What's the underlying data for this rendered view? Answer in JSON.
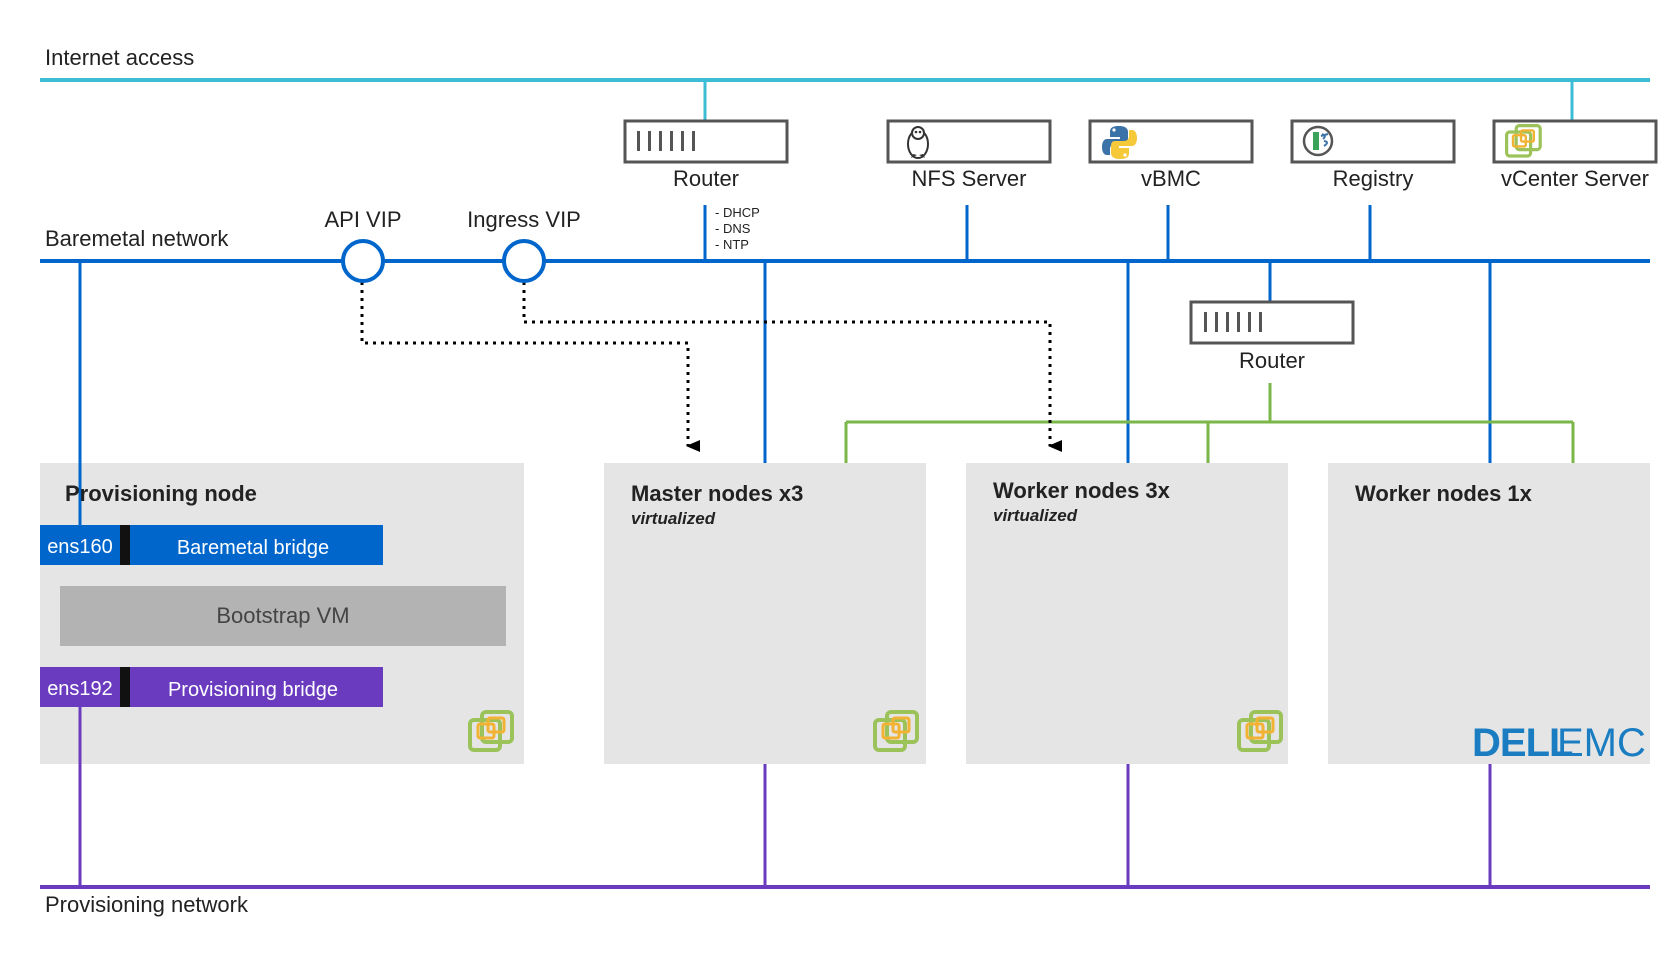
{
  "networks": {
    "internet": "Internet access",
    "baremetal": "Baremetal network",
    "provisioning": "Provisioning network"
  },
  "colors": {
    "internet": "#3dbcd6",
    "baremetal": "#0066cc",
    "provisioning": "#6a3bbf",
    "green_link": "#7ab648",
    "node_bg": "#e5e5e5",
    "vm_bg": "#b3b3b3"
  },
  "vips": {
    "api": "API VIP",
    "ingress": "Ingress VIP"
  },
  "services": {
    "router_top": "Router",
    "nfs": "NFS Server",
    "vbmc": "vBMC",
    "registry": "Registry",
    "vcenter": "vCenter Server",
    "router_mid": "Router"
  },
  "router_notes": [
    "- DHCP",
    "- DNS",
    "- NTP"
  ],
  "icons": {
    "nfs": "linux-penguin-icon",
    "vbmc": "python-icon",
    "registry": "registry-icon",
    "vcenter": "vsphere-icon",
    "router": "router-ports-icon"
  },
  "nodes": {
    "provisioning": {
      "title": "Provisioning node",
      "nic_baremetal": "ens160",
      "bridge_baremetal": "Baremetal bridge",
      "bootstrap": "Bootstrap VM",
      "nic_provisioning": "ens192",
      "bridge_provisioning": "Provisioning bridge"
    },
    "master": {
      "title": "Master nodes x3",
      "subtitle": "virtualized"
    },
    "worker_virtual": {
      "title": "Worker nodes 3x",
      "subtitle": "virtualized"
    },
    "worker_physical": {
      "title": "Worker nodes 1x",
      "logo_dell": "DELL",
      "logo_emc": "EMC"
    }
  }
}
